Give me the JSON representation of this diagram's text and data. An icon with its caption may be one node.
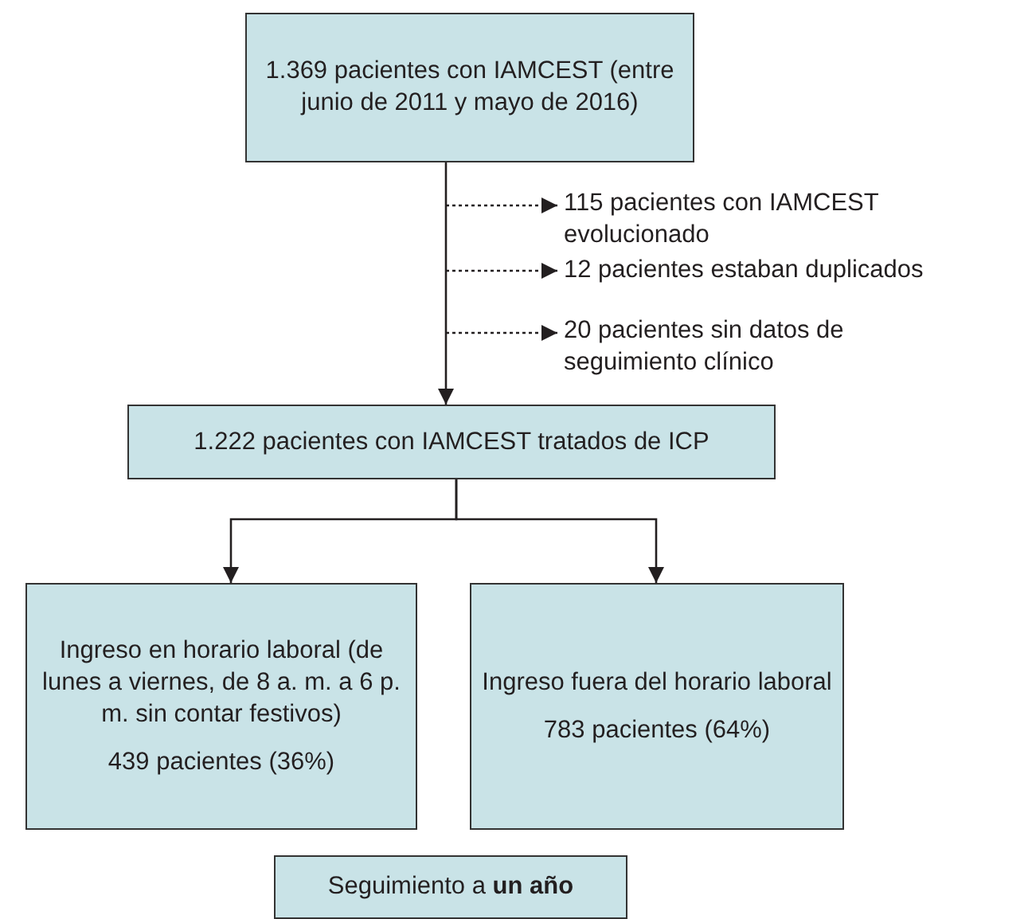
{
  "diagram": {
    "nodes": [
      {
        "text": [
          "1.369 pacientes con IAMCEST (entre junio de 2011 y mayo de 2016)"
        ]
      },
      {
        "text": [
          "115 pacientes con IAMCEST evolucionado"
        ]
      },
      {
        "text": [
          "12 pacientes estaban duplicados"
        ]
      },
      {
        "text": [
          "20 pacientes sin datos de seguimiento clínico"
        ]
      },
      {
        "text": [
          "1.222 pacientes con IAMCEST tratados de ICP"
        ]
      },
      {
        "text": [
          "Ingreso en horario laboral (de lunes a viernes, de 8 a. m. a 6 p. m. sin contar festivos)",
          "439 pacientes (36%)"
        ]
      },
      {
        "text": [
          "Ingreso fuera del horario laboral",
          "783 pacientes (64%)"
        ]
      },
      {
        "text": [
          "Seguimiento a **un año**"
        ]
      }
    ],
    "edges": [
      {
        "from": 0,
        "to": 4,
        "arrow": "to"
      },
      {
        "from": null,
        "to": 1,
        "arrow": "to",
        "style": "dashed"
      },
      {
        "from": null,
        "to": 2,
        "arrow": "to",
        "style": "dashed"
      },
      {
        "from": null,
        "to": 3,
        "arrow": "to",
        "style": "dashed"
      },
      {
        "from": 4,
        "to": 5,
        "arrow": "to"
      },
      {
        "from": 4,
        "to": 6,
        "arrow": "to"
      }
    ]
  }
}
